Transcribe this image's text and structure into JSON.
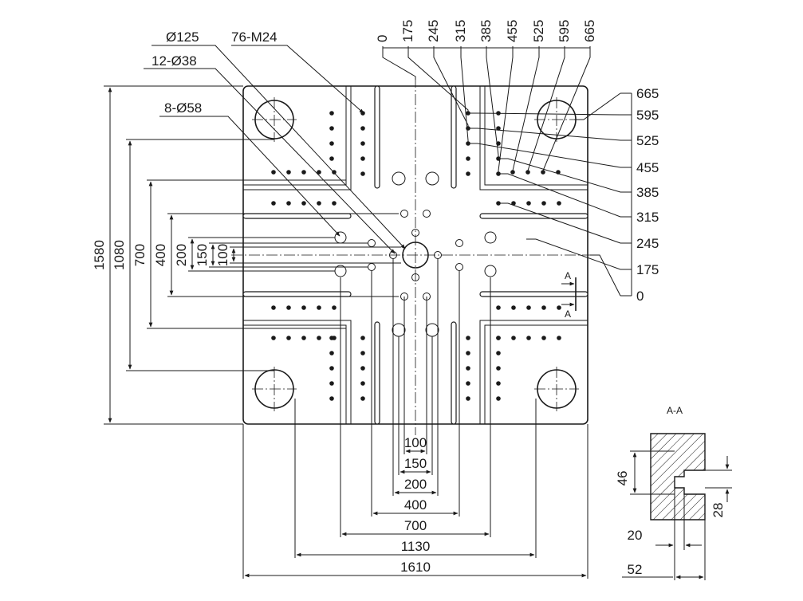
{
  "callouts": {
    "dia125": "Ø125",
    "m24": "76-M24",
    "dia38": "12-Ø38",
    "dia58": "8-Ø58"
  },
  "top_coords": [
    "0",
    "175",
    "245",
    "315",
    "385",
    "455",
    "525",
    "595",
    "665"
  ],
  "right_coords": [
    "665",
    "595",
    "525",
    "455",
    "385",
    "315",
    "245",
    "175",
    "0"
  ],
  "left_dims": [
    "1580",
    "1080",
    "700",
    "400",
    "200",
    "150",
    "100"
  ],
  "bottom_dims": [
    "100",
    "150",
    "200",
    "400",
    "700",
    "1130",
    "1610"
  ],
  "section": {
    "title": "A-A",
    "marker": "A",
    "dim_46": "46",
    "dim_28": "28",
    "dim_20": "20",
    "dim_52": "52"
  }
}
